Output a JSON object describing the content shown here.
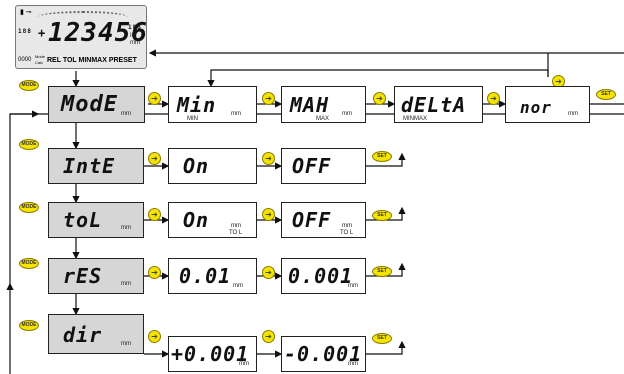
{
  "lcd": {
    "main": "123456",
    "sign": "+",
    "small_left": "188",
    "small_right": "188",
    "unit_in": "IN",
    "unit_mm": "mm",
    "status": "REL TOL MINMAX PRESET",
    "bottom_left": "0000",
    "mode_label": "Mode",
    "sub_label": "Calc"
  },
  "buttons": {
    "mode": "MODE",
    "set": "SET"
  },
  "rows": [
    {
      "main": "ModE",
      "unit": "mm",
      "options": [
        {
          "text": "Min",
          "unit": "mm",
          "sub": "MIN"
        },
        {
          "text": "MAH",
          "unit": "mm",
          "sub": "MAX"
        },
        {
          "text": "dELtA",
          "unit": "",
          "sub": "MINMAX"
        },
        {
          "text": "nor",
          "unit": "mm",
          "sub": ""
        }
      ]
    },
    {
      "main": "IntE",
      "unit": "",
      "options": [
        {
          "text": "On",
          "unit": "",
          "sub": ""
        },
        {
          "text": "OFF",
          "unit": "",
          "sub": ""
        }
      ]
    },
    {
      "main": "toL",
      "unit": "mm",
      "options": [
        {
          "text": "On",
          "unit": "mm",
          "sub": "TO L"
        },
        {
          "text": "OFF",
          "unit": "mm",
          "sub": "TO L"
        }
      ]
    },
    {
      "main": "rES",
      "unit": "mm",
      "options": [
        {
          "text": "0.01",
          "unit": "mm",
          "sub": ""
        },
        {
          "text": "0.001",
          "unit": "mm",
          "sub": ""
        }
      ]
    },
    {
      "main": "dir",
      "unit": "mm",
      "options": [
        {
          "text": "+0.001",
          "unit": "mm",
          "sub": ""
        },
        {
          "text": "-0.001",
          "unit": "mm",
          "sub": ""
        }
      ]
    }
  ]
}
